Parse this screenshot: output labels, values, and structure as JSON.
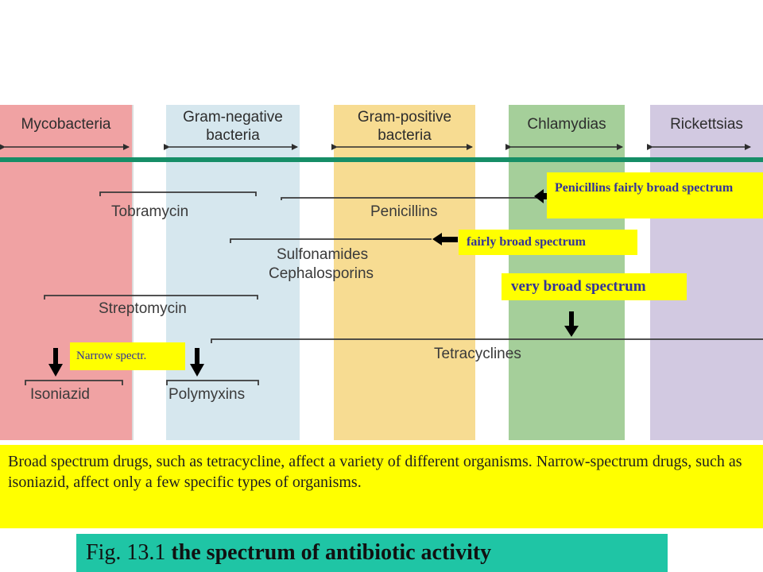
{
  "columns": {
    "mycobacteria": "Mycobacteria",
    "gram_negative": [
      "Gram-negative",
      "bacteria"
    ],
    "gram_positive": [
      "Gram-positive",
      "bacteria"
    ],
    "chlamydias": "Chlamydias",
    "rickettsias": "Rickettsias"
  },
  "drugs": {
    "tobramycin": "Tobramycin",
    "penicillins": "Penicillins",
    "sulfonamides": "Sulfonamides",
    "cephalosporins": "Cephalosporins",
    "streptomycin": "Streptomycin",
    "tetracyclines": "Tetracyclines",
    "isoniazid": "Isoniazid",
    "polymyxins": "Polymyxins"
  },
  "callouts": {
    "penicillins": "Penicillins fairly broad spectrum",
    "fairly_broad": "fairly broad spectrum",
    "very_broad": "very broad spectrum",
    "narrow": "Narrow spectr."
  },
  "description": "Broad spectrum drugs, such as tetracycline, affect a variety of different organisms. Narrow-spectrum drugs, such as isoniazid, affect only a few specific types of organisms.",
  "caption": {
    "prefix": "Fig. 13.1 ",
    "bold": "the spectrum of antibiotic activity"
  },
  "colors": {
    "mycobacteria": "#f0a2a3",
    "gram_negative": "#d6e7ee",
    "gram_positive": "#f7dc92",
    "chlamydias": "#a5cf9a",
    "rickettsias": "#d2c9e1",
    "divider_line": "#168e67",
    "callout_fill": "#ffff00",
    "caption_fill": "#1fc5a5"
  }
}
